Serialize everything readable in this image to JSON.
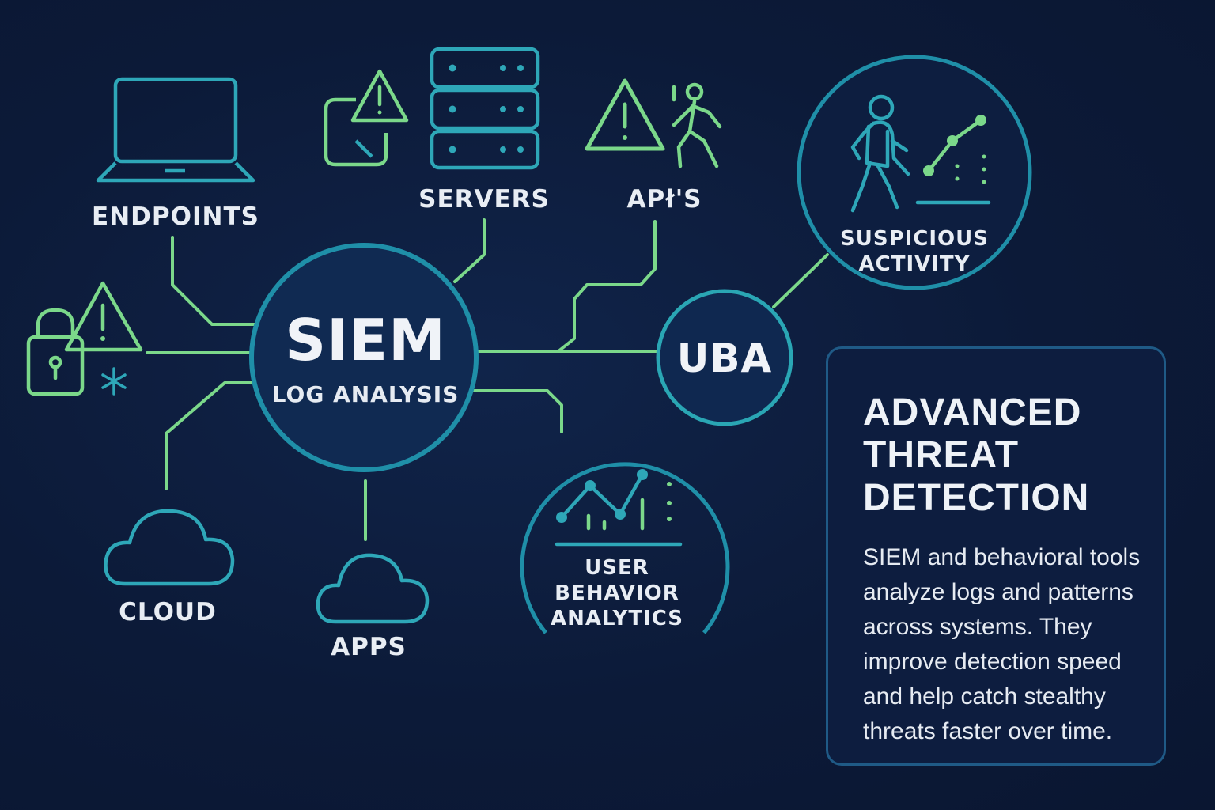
{
  "hub": {
    "title": "SIEM",
    "subtitle": "LOG ANALYSIS"
  },
  "uba": {
    "title": "UBA"
  },
  "sources": {
    "endpoints": "ENDPOINTS",
    "servers": "SERVERS",
    "apis": "APł'S",
    "cloud": "CLOUD",
    "apps": "APPS"
  },
  "analytics": {
    "user_behavior": [
      "USER",
      "BEHAVIOR",
      "ANALYTICS"
    ],
    "suspicious": [
      "SUSPICIOUS",
      "ACTIVITY"
    ]
  },
  "info": {
    "heading_lines": [
      "ADVANCED",
      "THREAT",
      "DETECTION"
    ],
    "body": "SIEM and behavioral tools analyze logs and patterns across systems. They improve detection speed and help catch stealthy threats faster over time."
  },
  "colors": {
    "background": "#0c1a38",
    "teal": "#2ea7b8",
    "green": "#7bd88a",
    "ring": "#1f8fa8",
    "box_border": "#1f5a86"
  },
  "icons": {
    "endpoints": "laptop-icon",
    "servers": "server-rack-icon",
    "alert": "warning-triangle-icon",
    "lock": "padlock-icon",
    "cloud": "cloud-icon",
    "person": "running-person-icon",
    "chart": "line-chart-icon"
  }
}
